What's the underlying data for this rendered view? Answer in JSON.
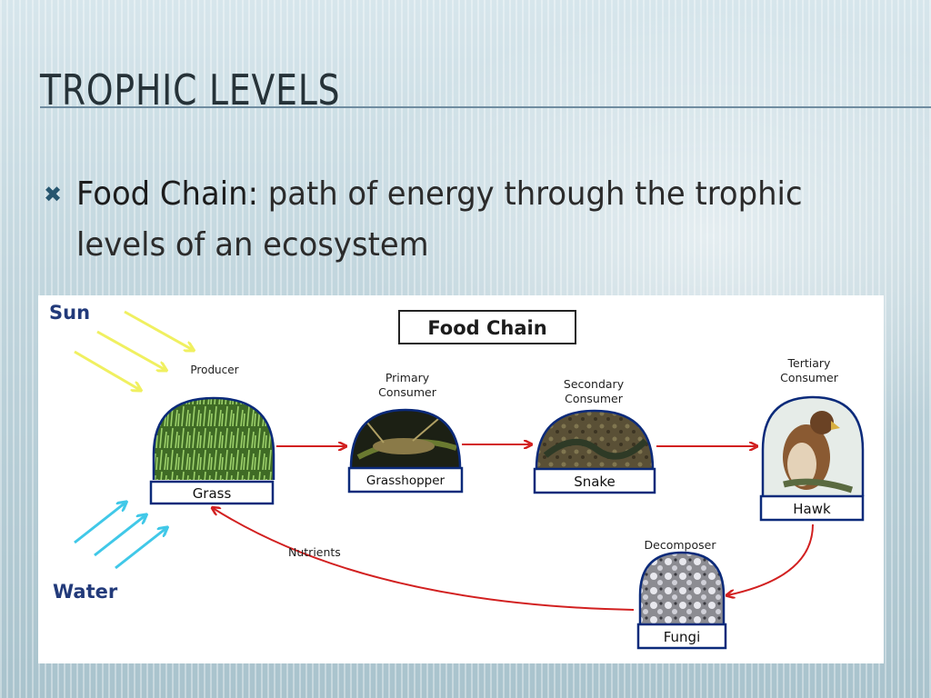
{
  "slide": {
    "title": "Trophic Levels",
    "bullet": {
      "term": "Food Chain:",
      "definition": " path of energy through the trophic levels of an ecosystem"
    }
  },
  "diagram": {
    "title": "Food Chain",
    "sun_label": "Sun",
    "water_label": "Water",
    "nutrients_label": "Nutrients",
    "nodes": {
      "producer": {
        "role": "Producer",
        "name": "Grass"
      },
      "primary": {
        "role_line1": "Primary",
        "role_line2": "Consumer",
        "name": "Grasshopper"
      },
      "secondary": {
        "role_line1": "Secondary",
        "role_line2": "Consumer",
        "name": "Snake"
      },
      "tertiary": {
        "role_line1": "Tertiary",
        "role_line2": "Consumer",
        "name": "Hawk"
      },
      "decomposer": {
        "role": "Decomposer",
        "name": "Fungi"
      }
    },
    "colors": {
      "sun_arrows": "#f0f060",
      "water_arrows": "#40c8e8",
      "chain_arrows": "#d22020",
      "node_border": "#0b2a7a"
    }
  }
}
